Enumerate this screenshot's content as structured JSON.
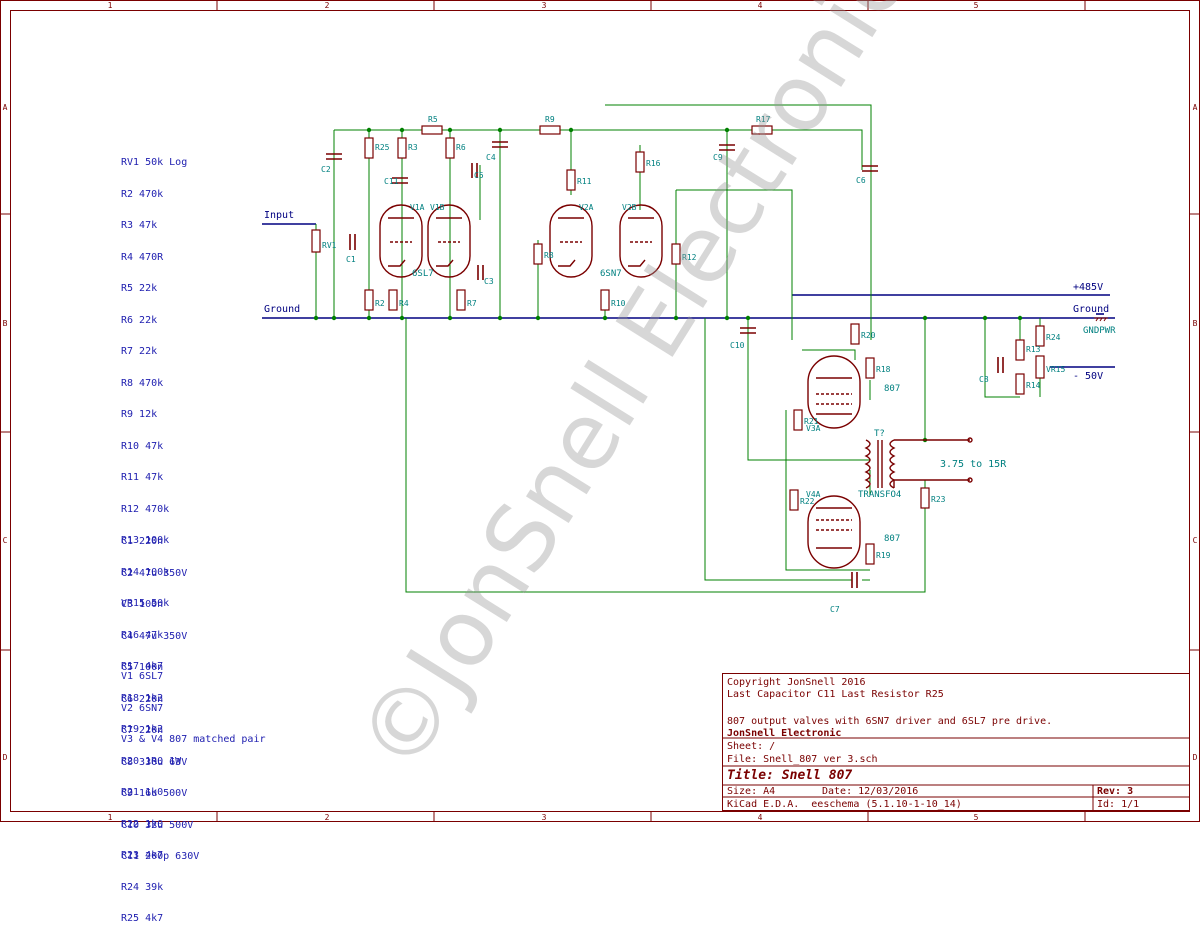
{
  "frame": {
    "cols": [
      "1",
      "2",
      "3",
      "4",
      "5"
    ],
    "rows": [
      "A",
      "B",
      "C",
      "D"
    ]
  },
  "bom": {
    "resistors": [
      "RV1 50k Log",
      "R2 470k",
      "R3 47k",
      "R4 470R",
      "R5 22k",
      "R6 22k",
      "R7 22k",
      "R8 470k",
      "R9 12k",
      "R10 47k",
      "R11 47k",
      "R12 470k",
      "R13 100k",
      "R14 100k",
      "VR15 50k",
      "R16 47k",
      "R17 4k7",
      "R18 1k2",
      "R19 1k2",
      "R20 1R0 1W",
      "R21 1k0",
      "R22 1k0",
      "R23 4k7",
      "R24 39k",
      "R25 4k7"
    ],
    "capacitors": [
      "C1 220n",
      "C2 47u 350V",
      "C3 100n",
      "C4 47u 350V",
      "C5 100n",
      "C6 220n",
      "C7 220n",
      "C8 330u 63V",
      "C9 16u 500V",
      "C10 32u 500V",
      "C11 200p 630V"
    ],
    "valves": [
      "V1 6SL7",
      "V2 6SN7",
      "V3 & V4 807 matched pair"
    ]
  },
  "labels": {
    "input": "Input",
    "ground": "Ground",
    "ground_right": "Ground",
    "b_plus": "+485V",
    "bias": "- 50V",
    "gndpwr": "GNDPWR",
    "impedance": "3.75 to 15R",
    "transformer": "TRANSFO4",
    "transformer_ref": "T?",
    "v1": "6SL7",
    "v2": "6SN7",
    "v3": "807",
    "v4": "807"
  },
  "refs": {
    "r": [
      "R2",
      "R3",
      "R4",
      "R5",
      "R6",
      "R7",
      "R8",
      "R9",
      "R10",
      "R11",
      "R12",
      "R13",
      "R14",
      "R16",
      "R17",
      "R18",
      "R19",
      "R20",
      "R21",
      "R22",
      "R23",
      "R24",
      "R25"
    ],
    "c": [
      "C1",
      "C2",
      "C3",
      "C4",
      "C5",
      "C6",
      "C7",
      "C8",
      "C9",
      "C10",
      "C11"
    ],
    "v": [
      "V1A",
      "V1B",
      "V2A",
      "V2B",
      "V3A",
      "V4A"
    ],
    "rv": [
      "RV1",
      "VR15"
    ]
  },
  "title_block": {
    "copyright": "Copyright JonSnell 2016",
    "last": "Last Capacitor C11 Last Resistor R25",
    "comment": "807 output valves with 6SN7 driver and 6SL7 pre drive.",
    "company": "JonSnell Electronic",
    "sheet": "Sheet: /",
    "file": "File: Snell_807 ver 3.sch",
    "title": "Title: Snell 807",
    "size": "Size: A4",
    "date": "Date: 12/03/2016",
    "rev": "Rev: 3",
    "tool": "KiCad E.D.A.  eeschema (5.1.10-1-10_14)",
    "id": "Id: 1/1"
  },
  "watermark": "©JonSnell Electronic",
  "colors": {
    "wire": "#008000",
    "component": "#7a0000",
    "net_label": "#000080",
    "reference": "#008080",
    "frame": "#7a0000"
  }
}
